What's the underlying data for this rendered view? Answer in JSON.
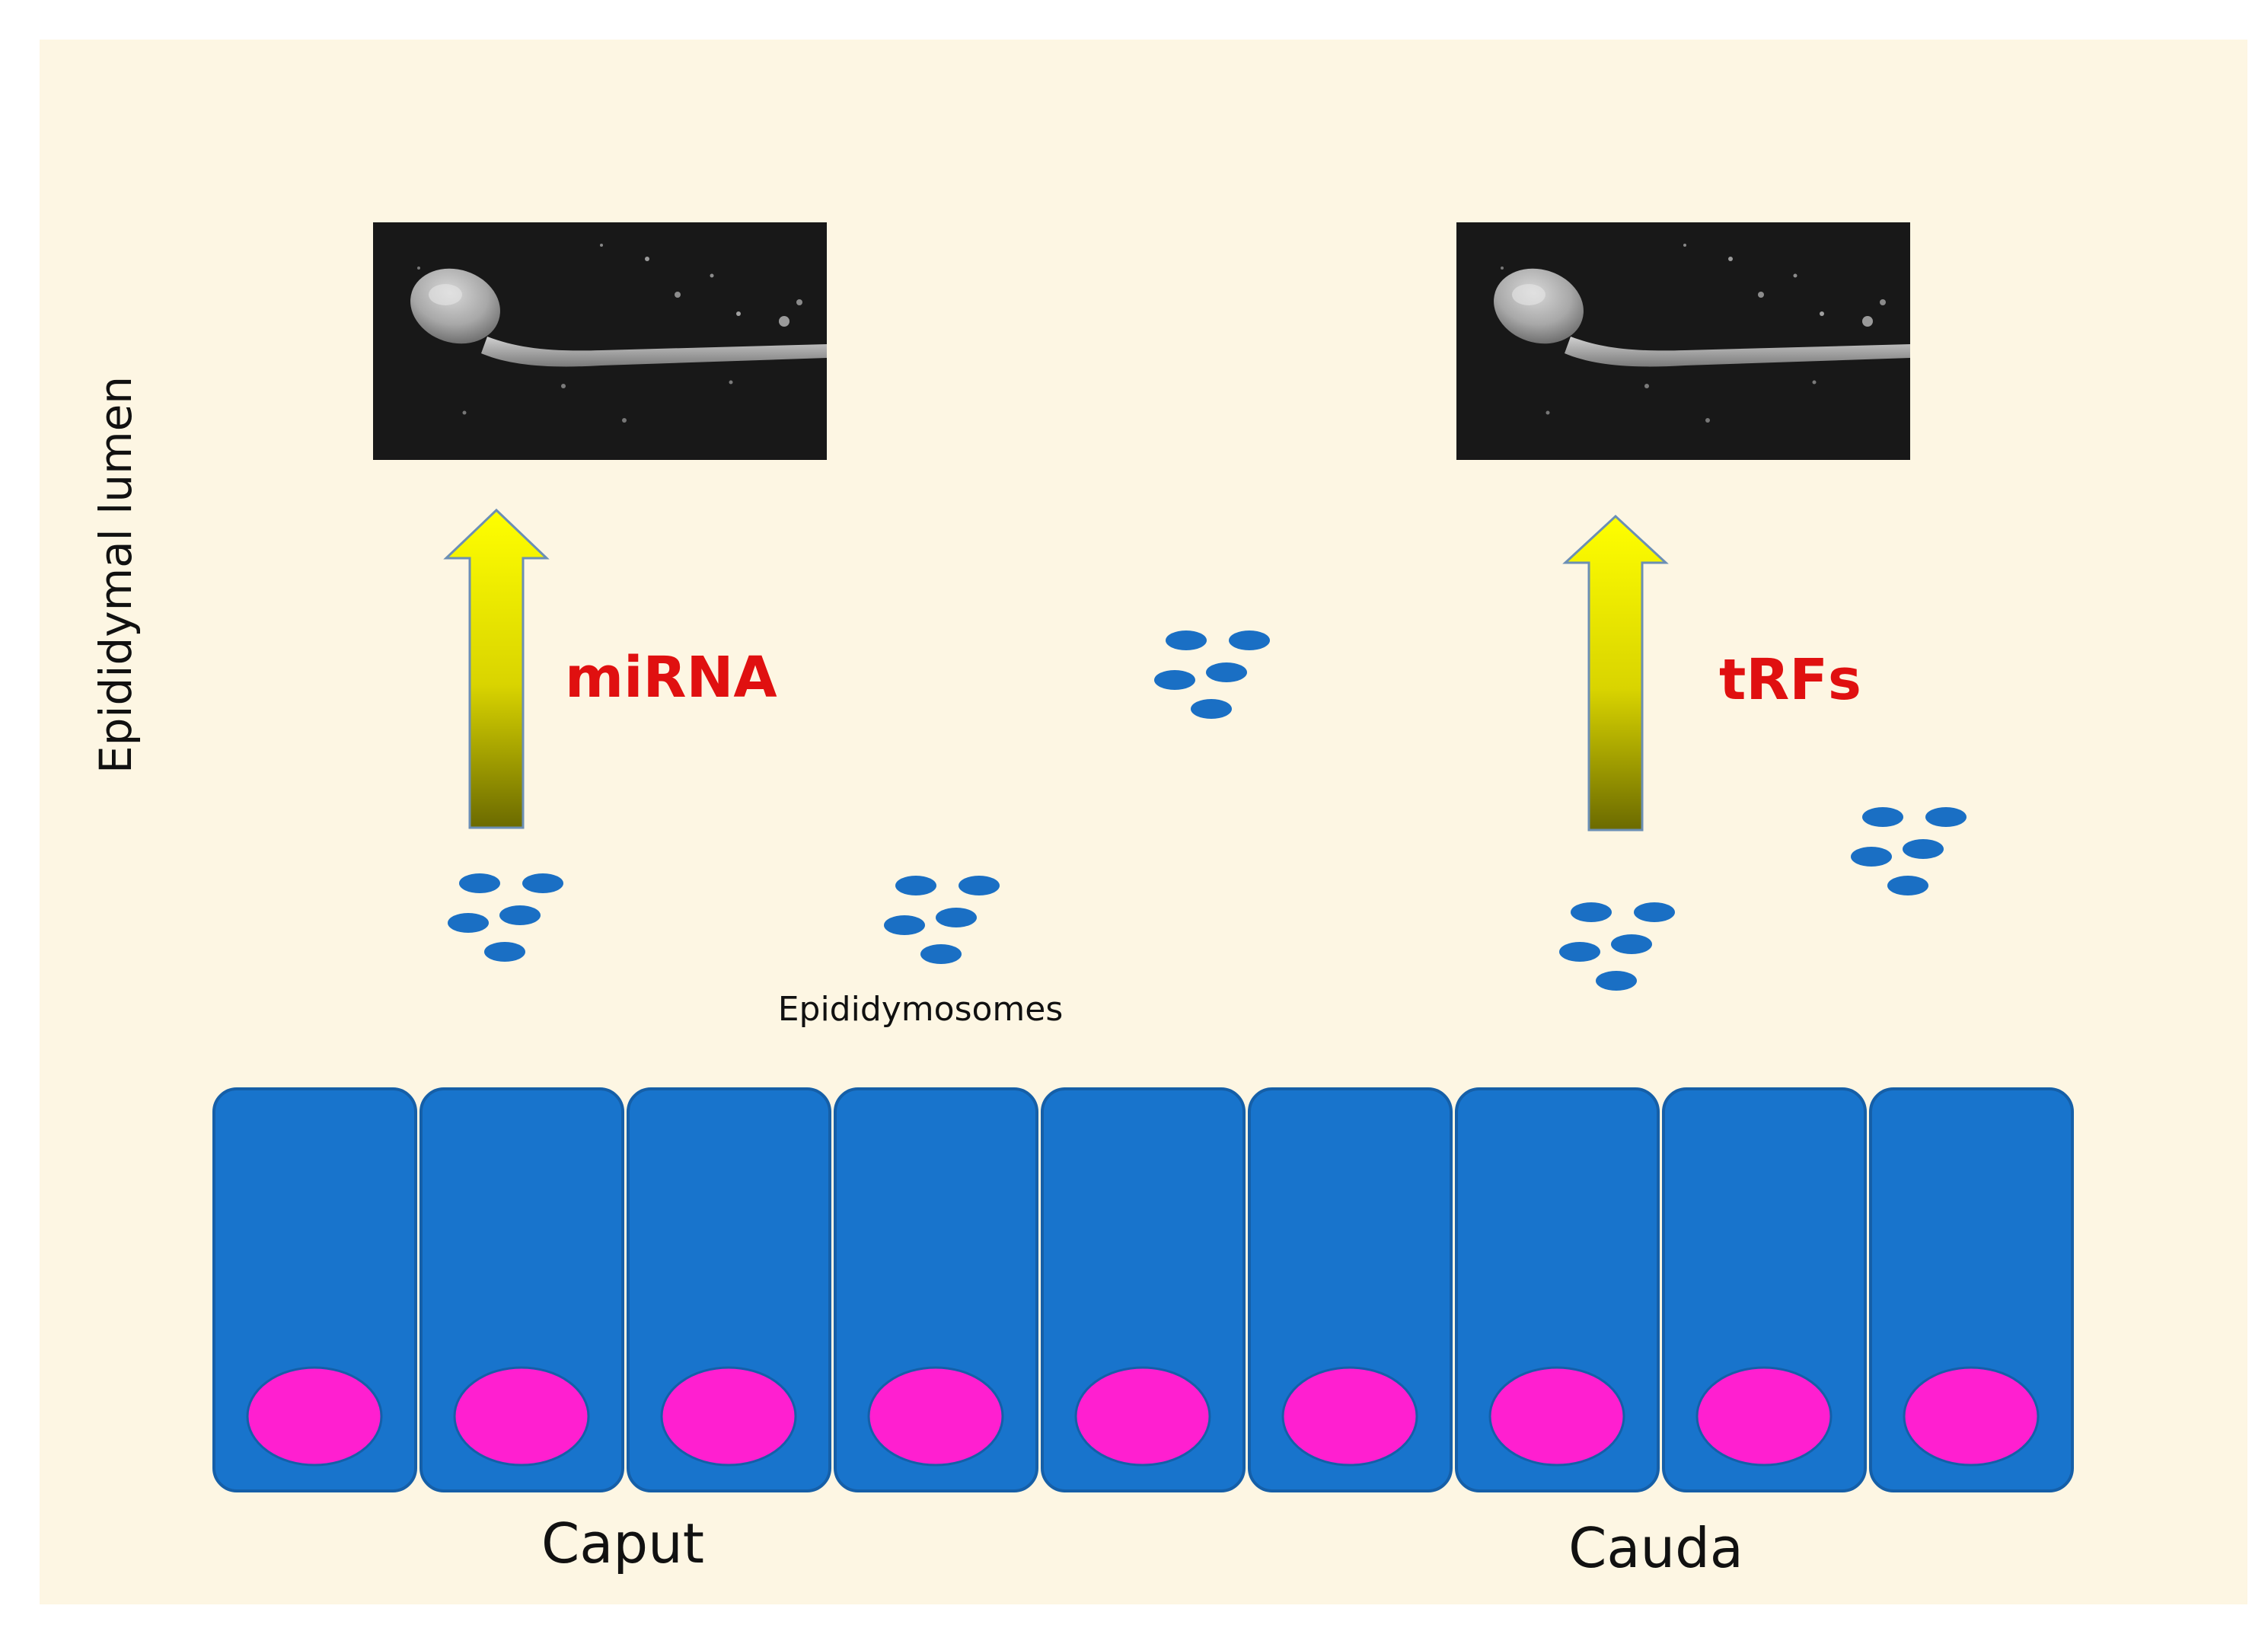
{
  "diagram": {
    "lumen_label": "Epididymal lumen",
    "caput_label": "Caput",
    "cauda_label": "Cauda",
    "mirna_label": "miRNA",
    "trfs_label": "tRFs",
    "epididymosomes_label": "Epididymosomes",
    "colors": {
      "background": "#fdf6e3",
      "cell": "#1874cc",
      "cell_border": "#155fa8",
      "nucleus": "#ff1fd0",
      "vesicle": "#1a6fc4",
      "arrow_top": "#ffff00",
      "arrow_bottom": "#6b6a00",
      "rna_label": "#e01010",
      "micrograph_bg": "#141414"
    }
  }
}
